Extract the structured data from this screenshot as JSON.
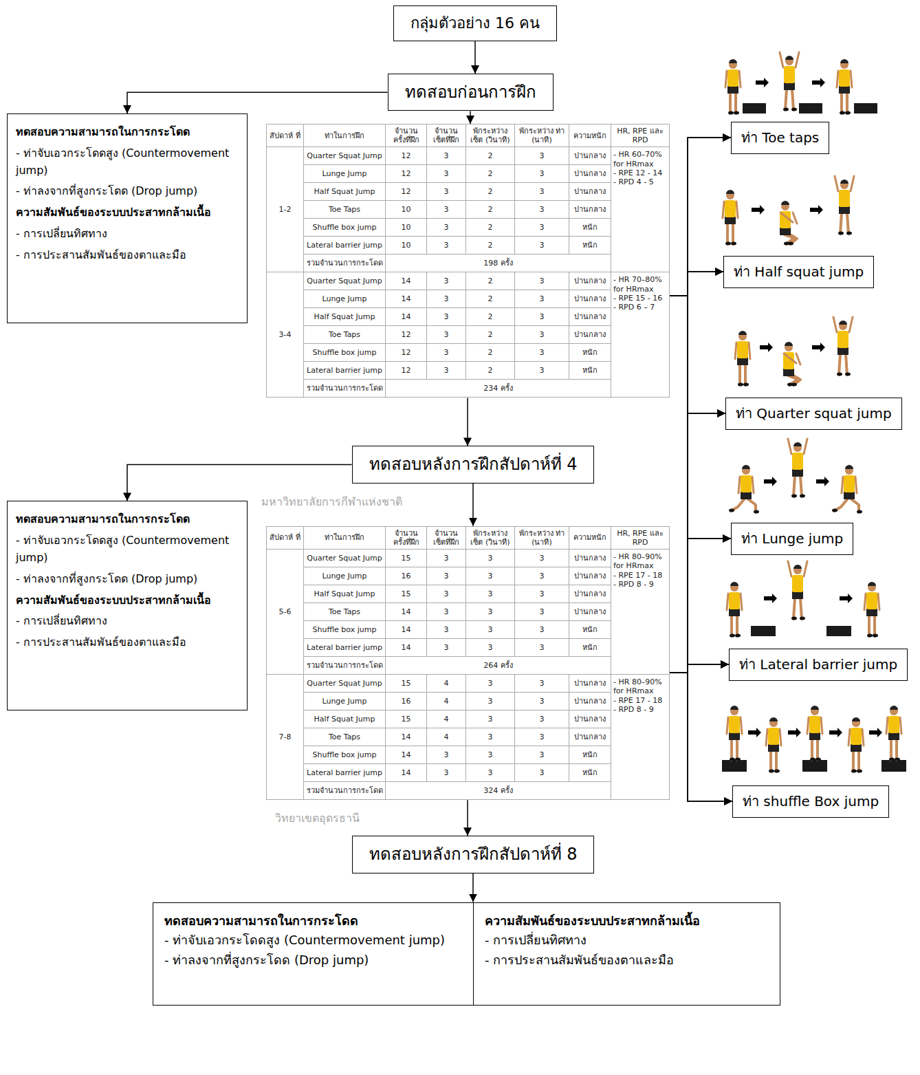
{
  "diagram": {
    "nodes": [
      {
        "text": [
          "กลุ่มตัวอย่าง 16 คน"
        ]
      },
      {
        "text": [
          "ทดสอบก่อนการฝึก"
        ]
      },
      {
        "text": [
          "ทดสอบความสามารถในการกระโดด",
          "- ท่าจับเอวกระโดดสูง (Countermovement jump)",
          "- ท่าลงจากที่สูงกระโดด (Drop jump)",
          "ความสัมพันธ์ของระบบประสาทกล้ามเนื้อ",
          "- การเปลี่ยนทิศทาง",
          "- การประสานสัมพันธ์ของตาและมือ"
        ]
      },
      {
        "text": [
          "สัปดาห์ ที่",
          "ท่าในการฝึก",
          "จำนวน ครั้งที่ฝึก",
          "จำนวน เซ็ตที่ฝึก",
          "พักระหว่าง เซ็ต (วินาที)",
          "พักระหว่าง ท่า (นาที)",
          "ความหนัก",
          "HR, RPE และ RPD",
          "1-2",
          "Quarter Squat Jump",
          "12",
          "3",
          "2",
          "3",
          "ปานกลาง",
          "- HR 60–70% for HRmax",
          "- RPE 12 - 14",
          "- RPD 4 - 5",
          "Lunge Jump",
          "12",
          "3",
          "2",
          "3",
          "ปานกลาง",
          "Half Squat Jump",
          "12",
          "3",
          "2",
          "3",
          "ปานกลาง",
          "Toe Taps",
          "10",
          "3",
          "2",
          "3",
          "ปานกลาง",
          "Shuffle box jump",
          "10",
          "3",
          "2",
          "3",
          "หนัก",
          "Lateral barrier jump",
          "10",
          "3",
          "2",
          "3",
          "หนัก",
          "รวมจำนวนการกระโดด",
          "198 ครั้ง",
          "3-4",
          "Quarter Squat Jump",
          "14",
          "3",
          "2",
          "3",
          "ปานกลาง",
          "- HR 70–80% for HRmax",
          "- RPE 15 - 16",
          "- RPD 6 – 7",
          "Lunge Jump",
          "14",
          "3",
          "2",
          "3",
          "ปานกลาง",
          "Half Squat Jump",
          "14",
          "3",
          "2",
          "3",
          "ปานกลาง",
          "Toe Taps",
          "12",
          "3",
          "2",
          "3",
          "ปานกลาง",
          "Shuffle box jump",
          "12",
          "3",
          "2",
          "3",
          "หนัก",
          "Lateral barrier jump",
          "12",
          "3",
          "2",
          "3",
          "หนัก",
          "รวมจำนวนการกระโดด",
          "234 ครั้ง"
        ]
      },
      {
        "text": [
          "ทดสอบหลังการฝึกสัปดาห์ที่ 4"
        ]
      },
      {
        "text": [
          "ทดสอบความสามารถในการกระโดด",
          "- ท่าจับเอวกระโดดสูง (Countermovement jump)",
          "- ท่าลงจากที่สูงกระโดด (Drop jump)",
          "ความสัมพันธ์ของระบบประสาทกล้ามเนื้อ",
          "- การเปลี่ยนทิศทาง",
          "- การประสานสัมพันธ์ของตาและมือ"
        ]
      },
      {
        "text": [
          "สัปดาห์ ที่",
          "ท่าในการฝึก",
          "จำนวน ครั้งที่ฝึก",
          "จำนวน เซ็ตที่ฝึก",
          "พักระหว่าง เซ็ต (วินาที)",
          "พักระหว่าง ท่า (นาที)",
          "ความหนัก",
          "HR, RPE และ RPD",
          "5-6",
          "Quarter Squat Jump",
          "15",
          "3",
          "3",
          "3",
          "ปานกลาง",
          "- HR 80–90% for HRmax",
          "- RPE 17 - 18",
          "- RPD 8 - 9",
          "Lunge Jump",
          "16",
          "3",
          "3",
          "3",
          "ปานกลาง",
          "Half Squat Jump",
          "15",
          "3",
          "3",
          "3",
          "ปานกลาง",
          "Toe Taps",
          "14",
          "3",
          "3",
          "3",
          "ปานกลาง",
          "Shuffle box jump",
          "14",
          "3",
          "3",
          "3",
          "หนัก",
          "Lateral barrier jump",
          "14",
          "3",
          "3",
          "3",
          "หนัก",
          "รวมจำนวนการกระโดด",
          "264 ครั้ง",
          "7-8",
          "Quarter Squat Jump",
          "15",
          "4",
          "3",
          "3",
          "ปานกลาง",
          "- HR 80–90% for HRmax",
          "- RPE 17 - 18",
          "- RPD 8 - 9",
          "Lunge Jump",
          "16",
          "4",
          "3",
          "3",
          "ปานกลาง",
          "Half Squat Jump",
          "15",
          "4",
          "3",
          "3",
          "ปานกลาง",
          "Toe Taps",
          "14",
          "4",
          "3",
          "3",
          "ปานกลาง",
          "Shuffle box jump",
          "14",
          "3",
          "3",
          "3",
          "หนัก",
          "Lateral barrier jump",
          "14",
          "3",
          "3",
          "3",
          "หนัก",
          "รวมจำนวนการกระโดด",
          "324 ครั้ง"
        ]
      },
      {
        "text": [
          "ทดสอบหลังการฝึกสัปดาห์ที่ 8"
        ]
      },
      {
        "text": [
          "ทดสอบความสามารถในการกระโดด",
          "- ท่าจับเอวกระโดดสูง (Countermovement jump)",
          "- ท่าลงจากที่สูงกระโดด (Drop jump)",
          "ความสัมพันธ์ของระบบประสาทกล้ามเนื้อ",
          "- การเปลี่ยนทิศทาง",
          "- การประสานสัมพันธ์ของตาและมือ"
        ]
      },
      {
        "text": [
          "ท่า Toe taps"
        ]
      },
      {
        "text": [
          "ท่า Half squat jump"
        ]
      },
      {
        "text": [
          "ท่า Quarter squat jump"
        ]
      },
      {
        "text": [
          "ท่า Lunge jump"
        ]
      },
      {
        "text": [
          "ท่า Lateral barrier jump"
        ]
      },
      {
        "text": [
          "ท่า shuffle Box jump"
        ]
      }
    ],
    "edges": [
      {
        "from": 0,
        "to": 1,
        "arrow": "to"
      },
      {
        "from": 1,
        "to": 2,
        "arrow": "to"
      },
      {
        "from": 1,
        "to": 3,
        "arrow": "to"
      },
      {
        "from": 3,
        "to": 4,
        "arrow": "to"
      },
      {
        "from": 4,
        "to": 5,
        "arrow": "to"
      },
      {
        "from": 4,
        "to": 6,
        "arrow": "to"
      },
      {
        "from": 6,
        "to": 7,
        "arrow": "to"
      },
      {
        "from": 7,
        "to": 8,
        "arrow": "to"
      },
      {
        "from": 3,
        "to": 9,
        "arrow": "to"
      },
      {
        "from": 3,
        "to": 10,
        "arrow": "to"
      },
      {
        "from": 3,
        "to": 11,
        "arrow": "to"
      },
      {
        "from": 3,
        "to": 12,
        "arrow": "to"
      },
      {
        "from": 3,
        "to": 13,
        "arrow": "to"
      },
      {
        "from": 3,
        "to": 14,
        "arrow": "to"
      },
      {
        "from": 6,
        "to": 9,
        "arrow": "to"
      },
      {
        "from": 6,
        "to": 10,
        "arrow": "to"
      },
      {
        "from": 6,
        "to": 11,
        "arrow": "to"
      },
      {
        "from": 6,
        "to": 12,
        "arrow": "to"
      },
      {
        "from": 6,
        "to": 13,
        "arrow": "to"
      },
      {
        "from": 6,
        "to": 14,
        "arrow": "to"
      }
    ],
    "labels": [
      "มหาวิทยาลัยการกีฬาแห่งชาติ",
      "วิทยาเขตอุดรธานี"
    ]
  }
}
